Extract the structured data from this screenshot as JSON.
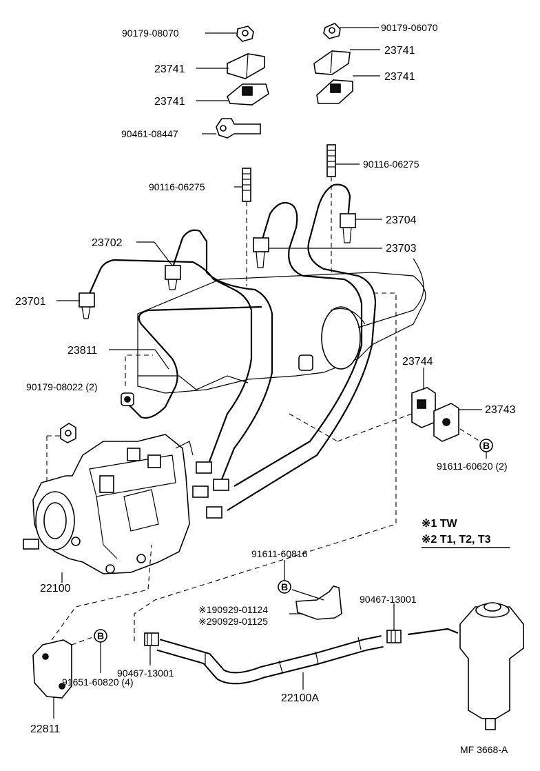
{
  "labels": {
    "l_90179_08070": "90179-08070",
    "r_90179_06070": "90179-06070",
    "l_23741_a": "23741",
    "l_23741_b": "23741",
    "r_23741_a": "23741",
    "r_23741_b": "23741",
    "l_90461_08447": "90461-08447",
    "r_90116_06275": "90116-06275",
    "l_90116_06275": "90116-06275",
    "r_23704": "23704",
    "l_23702": "23702",
    "r_23703": "23703",
    "l_23701": "23701",
    "l_23811": "23811",
    "r_23744": "23744",
    "l_90179_08022": "90179-08022 (2)",
    "r_23743": "23743",
    "r_91611_60620": "91611-60620 (2)",
    "note1": "※1 TW",
    "note2": "※2 T1, T2, T3",
    "c_91611_60816": "91611-60816",
    "l_22100": "22100",
    "c_90929_1": "※190929-01124",
    "c_90929_2": "※290929-01125",
    "r_90467_13001": "90467-13001",
    "l_91651_60820": "91651-60820 (4)",
    "l_90467_13001": "90467-13001",
    "c_22100A": "22100A",
    "l_22811": "22811",
    "footer": "MF  3668-A"
  },
  "markers": {
    "b_callout": "B"
  }
}
